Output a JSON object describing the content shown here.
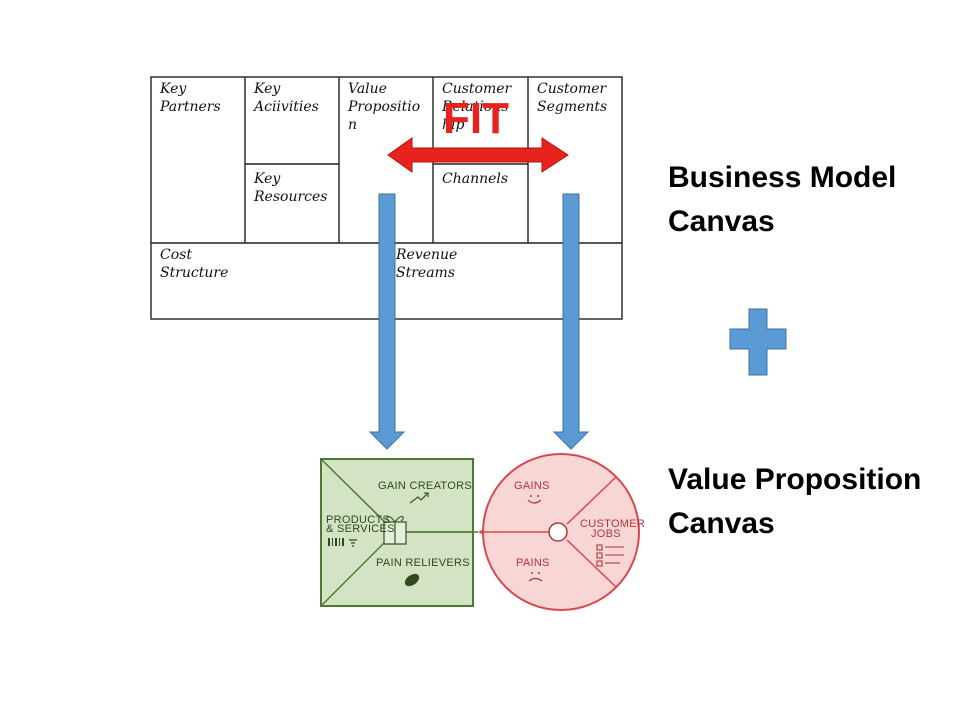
{
  "business_model_canvas": {
    "blocks": {
      "key_partners": [
        "Key",
        "Partners"
      ],
      "key_activities": [
        "Key",
        "Aciivities"
      ],
      "value_proposition": [
        "Value",
        "Propositio",
        "n"
      ],
      "customer_relationship": [
        "Customer",
        "Relations",
        "hip"
      ],
      "customer_segments": [
        "Customer",
        "Segments"
      ],
      "key_resources": [
        "Key",
        "Resources"
      ],
      "channels": [
        "Channels"
      ],
      "cost_structure": [
        "Cost",
        "Structure"
      ],
      "revenue_streams": [
        "Revenue",
        "Streams"
      ]
    },
    "fit_label": "FIT"
  },
  "labels": {
    "bmc_title": [
      "Business Model",
      "Canvas"
    ],
    "vpc_title": [
      "Value Proposition",
      "Canvas"
    ]
  },
  "value_map": {
    "gain_creators": "GAIN CREATORS",
    "products_services": [
      "PRODUCTS",
      "& SERVICES"
    ],
    "pain_relievers": "PAIN RELIEVERS"
  },
  "customer_profile": {
    "gains": "GAINS",
    "pains": "PAINS",
    "customer_jobs": [
      "CUSTOMER",
      "JOBS"
    ]
  },
  "colors": {
    "fit_red": "#e8221d",
    "arrow_blue": "#5b9bd5",
    "plus_blue": "#5b9bd5",
    "value_map_fill": "#d3e3c4",
    "value_map_stroke": "#4c7a34",
    "profile_fill": "#f8d6d6",
    "profile_stroke": "#d8484d"
  }
}
